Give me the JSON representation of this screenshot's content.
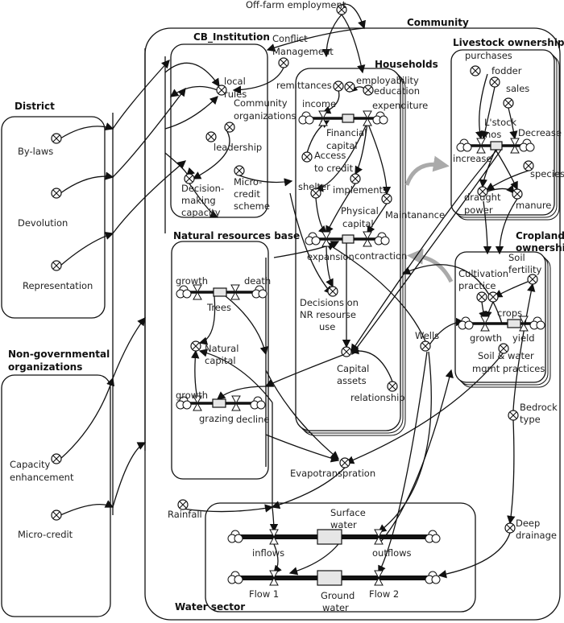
{
  "titles": {
    "community": "Community",
    "district": "District",
    "ngo": [
      "Non-governmental",
      "organizations"
    ],
    "cb_institution": "CB_Institution",
    "households": "Households",
    "livestock": "Livestock ownership",
    "natural_resources": "Natural resources base",
    "cropland": [
      "Cropland",
      "ownership"
    ],
    "water": "Water sector"
  },
  "labels": {
    "off_farm": "Off-farm employment",
    "conflict": [
      "Conflict",
      "Management"
    ],
    "local_rules": [
      "local",
      "rules"
    ],
    "community_org": [
      "Community",
      "organizations"
    ],
    "leadership": "leadership",
    "decision_making": [
      "Decision-",
      "making",
      "capacity"
    ],
    "micro_credit_scheme": [
      "Micro-",
      "credit",
      "scheme"
    ],
    "by_laws": "By-laws",
    "devolution": "Devolution",
    "representation": "Representation",
    "capacity_enhancement": [
      "Capacity",
      "enhancement"
    ],
    "micro_credit": "Micro-credit",
    "remittances": "remittances",
    "employability": "employability",
    "education": "education",
    "income": "income",
    "expenditure": "expenditure",
    "financial_capital": [
      "Financial",
      "capital"
    ],
    "access_credit": [
      "Access",
      "to credit"
    ],
    "shelter": "shelter",
    "implements": "implements",
    "physical_capital": [
      "Physical",
      "capital"
    ],
    "maintanance": "Maintanance",
    "expansion": "expansion",
    "contraction": "contraction",
    "decisions_nr": [
      "Decisions on",
      "NR resourse",
      "use"
    ],
    "capital_assets": [
      "Capital",
      "assets"
    ],
    "relationship": "relationship",
    "wells": "Wells",
    "evapotranspiration": "Evapotranspration",
    "rainfall": "Rainfall",
    "surface_water": [
      "Surface",
      "water"
    ],
    "inflows": "inflows",
    "outflows": "outflows",
    "flow1": "Flow 1",
    "ground_water": [
      "Ground",
      "water"
    ],
    "flow2": "Flow 2",
    "deep_drainage": [
      "Deep",
      "drainage"
    ],
    "bedrock": [
      "Bedrock",
      "type"
    ],
    "purchases": "purchases",
    "fodder": "fodder",
    "sales": "sales",
    "lstock_nos": [
      "L'stock",
      "nos"
    ],
    "decrease": "Decrease",
    "increase": "increase",
    "species": "species",
    "draught_power": [
      "draught",
      "power"
    ],
    "manure": "manure",
    "cultivation": [
      "Cultivation",
      "practice"
    ],
    "soil_fertility": [
      "Soil",
      "fertility"
    ],
    "crops": "crops",
    "crop_growth": "growth",
    "yield": "yield",
    "soil_water": [
      "Soil & water",
      "mgmt practices"
    ],
    "tree_growth": "growth",
    "death": "death",
    "trees": "Trees",
    "natural_capital": [
      "Natural",
      "capital"
    ],
    "nc_growth": "growth",
    "grazing": "grazing",
    "decline": "decline"
  }
}
